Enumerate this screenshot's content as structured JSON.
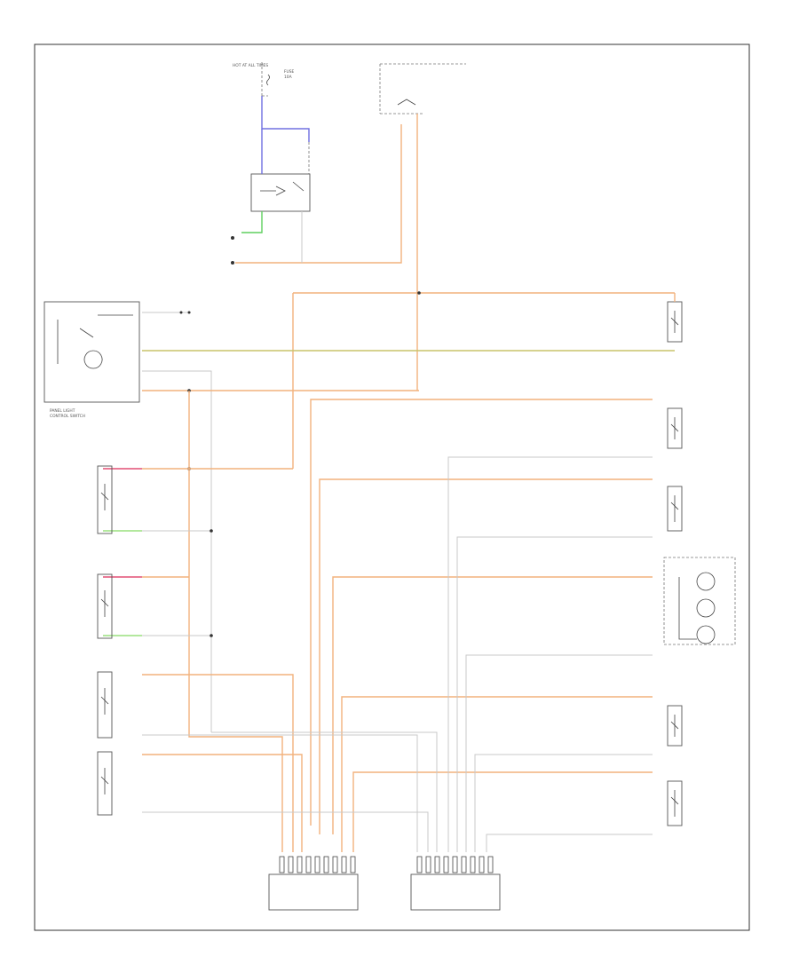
{
  "diagram": {
    "border_label": "",
    "fuse_block": {
      "lines": [
        "HOT AT ALL TIMES",
        "FUSE",
        "10A",
        "",
        "",
        ""
      ]
    },
    "control_unit": {
      "lines": [
        "",
        "",
        ""
      ]
    },
    "relay": {
      "lines": [
        "",
        "",
        "",
        "",
        ""
      ]
    },
    "panel_control": {
      "title_lines": [
        "PANEL LIGHT",
        "CONTROL SWITCH"
      ]
    },
    "ground_labels": [
      "",
      ""
    ],
    "left_components": [
      {
        "lines": [
          "",
          "",
          "",
          ""
        ]
      },
      {
        "lines": [
          "",
          "",
          ""
        ]
      },
      {
        "lines": [
          "",
          "",
          "",
          ""
        ]
      },
      {
        "lines": [
          "",
          "",
          "",
          "",
          ""
        ]
      }
    ],
    "right_components": [
      {
        "lines": [
          "",
          ""
        ]
      },
      {
        "lines": [
          "",
          "",
          "",
          "",
          ""
        ]
      },
      {
        "lines": [
          "",
          "",
          "",
          "",
          ""
        ]
      },
      {
        "lines": [
          "",
          ""
        ]
      },
      {
        "lines": [
          "",
          ""
        ]
      },
      {
        "lines": [
          "",
          "",
          "",
          "",
          ""
        ]
      }
    ],
    "connectors": [
      {
        "lines": [
          "",
          "",
          "",
          ""
        ]
      },
      {
        "lines": [
          "",
          "",
          "",
          ""
        ]
      }
    ],
    "colors": {
      "orange": "#f2b27d",
      "grey": "#c9c9c9",
      "blue": "#7070e0",
      "green": "#5fcf5f",
      "pink": "#e24f74",
      "light_green": "#9ae07f",
      "yellow": "#c9c36a"
    }
  }
}
